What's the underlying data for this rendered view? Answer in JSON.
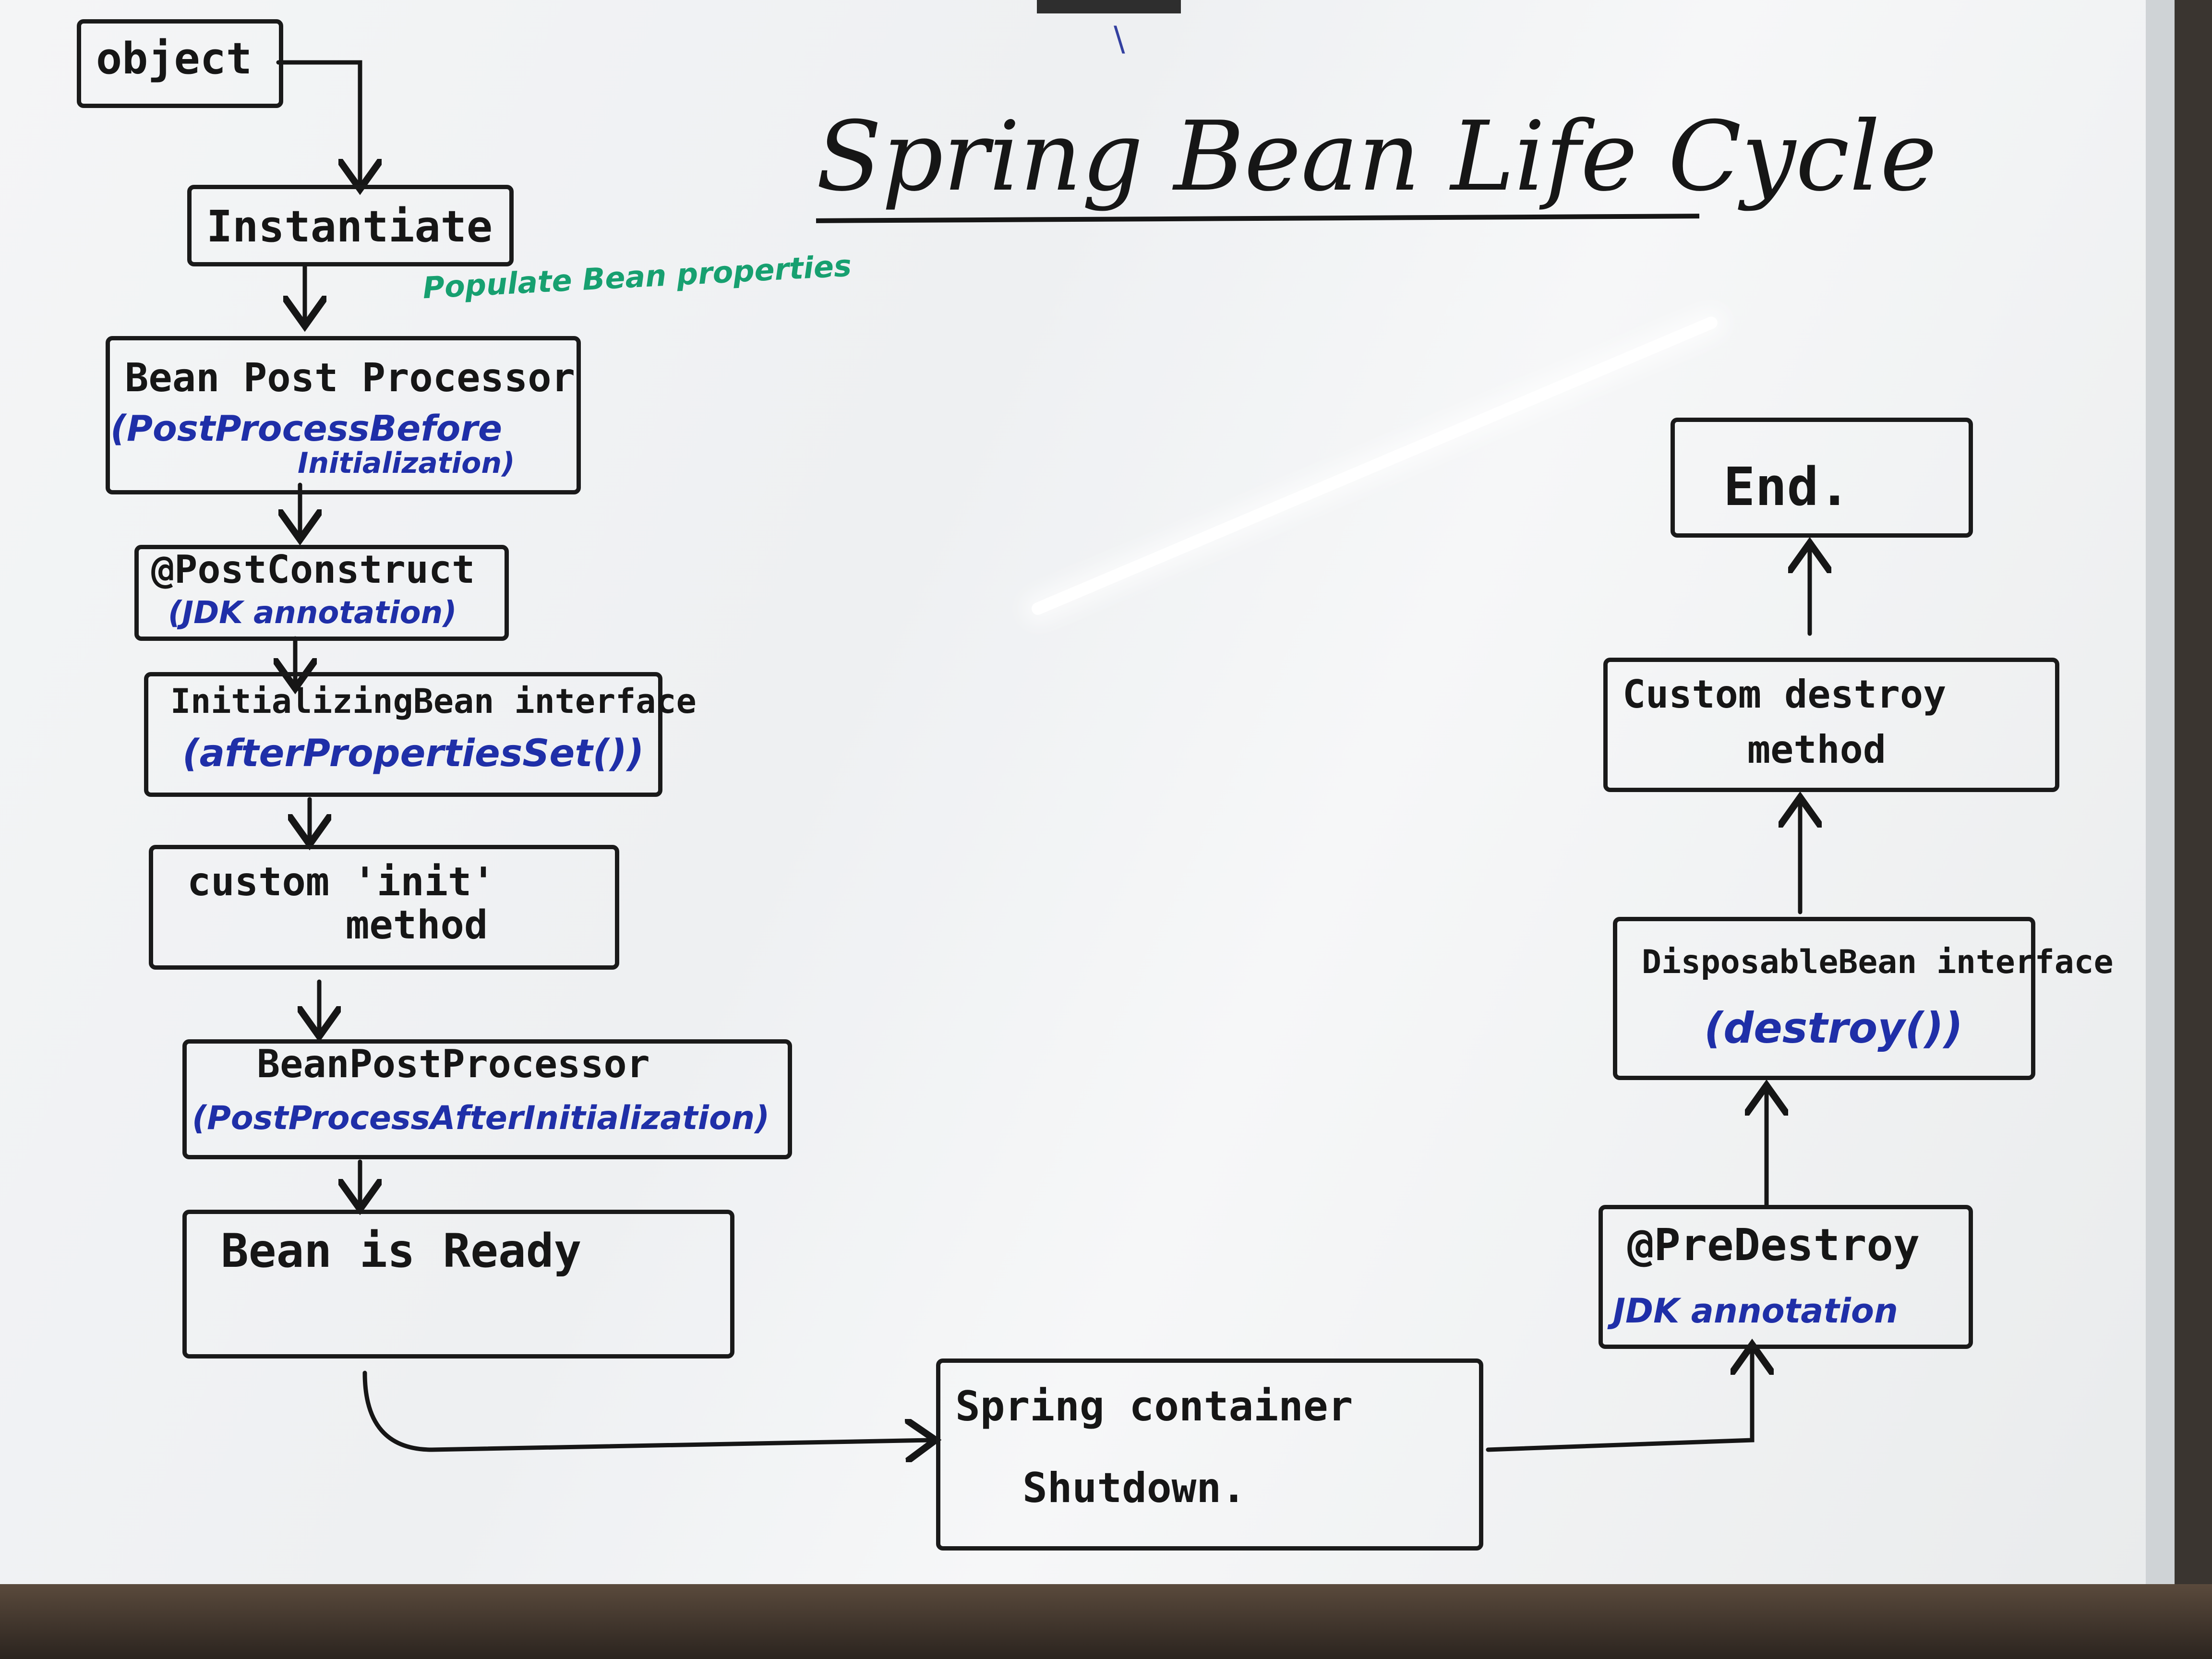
{
  "title": "Spring Bean Life Cycle",
  "steps": {
    "object": "object",
    "instantiate": "Instantiate",
    "populate": "Populate Bean properties",
    "bpp_before": {
      "line1": "Bean Post Processor",
      "line2": "(PostProcessBefore",
      "line3": "Initialization)"
    },
    "post_construct": {
      "line1": "@PostConstruct",
      "line2": "(JDK annotation)"
    },
    "initializing_bean": {
      "line1": "InitializingBean interface",
      "line2": "(afterPropertiesSet())"
    },
    "custom_init": {
      "line1": "custom 'init'",
      "line2": "method"
    },
    "bpp_after": {
      "line1": "BeanPostProcessor",
      "line2": "(PostProcessAfterInitialization)"
    },
    "ready": "Bean is Ready",
    "shutdown": {
      "line1": "Spring container",
      "line2": "Shutdown."
    },
    "pre_destroy": {
      "line1": "@PreDestroy",
      "line2": "JDK annotation"
    },
    "disposable": {
      "line1": "DisposableBean interface",
      "line2": "(destroy())"
    },
    "custom_destroy": {
      "line1": "Custom destroy",
      "line2": "method"
    },
    "end": "End."
  }
}
